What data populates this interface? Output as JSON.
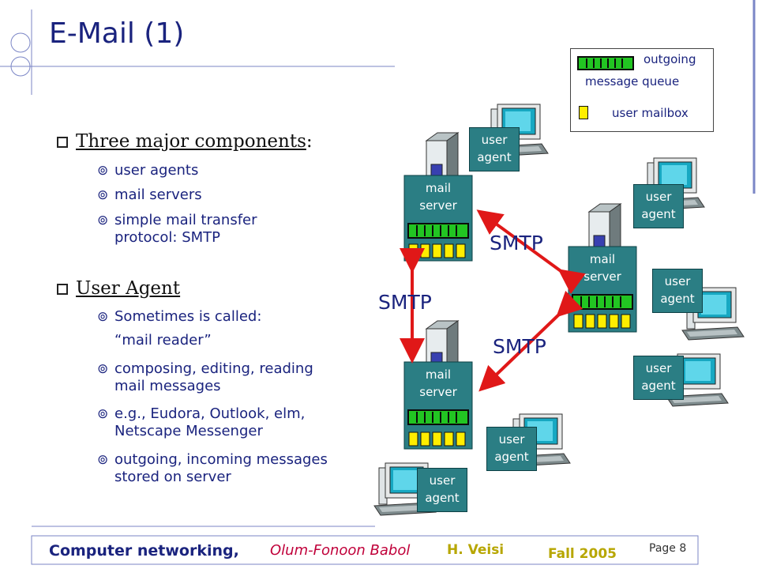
{
  "title": "E-Mail (1)",
  "legend": {
    "queue_label_1": "outgoing",
    "queue_label_2": "message queue",
    "mailbox_label": "user mailbox"
  },
  "content": {
    "heading1": "Three major components",
    "heading1_suffix": ":",
    "items1": [
      "user agents",
      "mail servers",
      "simple mail transfer",
      "protocol: ",
      "SMTP"
    ],
    "heading2": "User Agent",
    "items2": [
      "Sometimes is called:",
      "“mail reader”",
      "composing, editing, reading",
      "mail messages",
      "e.g., Eudora, Outlook, elm,",
      "Netscape Messenger",
      "outgoing, incoming messages",
      "stored on server"
    ]
  },
  "diagram": {
    "user": "user",
    "agent": "agent",
    "mail": "mail",
    "server": "server",
    "smtp": "SMTP"
  },
  "footer": {
    "course": "Computer networking,",
    "school": "Olum-Fonoon Babol",
    "author": "H. Veisi",
    "term": "Fall 2005",
    "page": "Page 8"
  },
  "colors": {
    "teal": "#2b7e84",
    "queue_green": "#22c522",
    "mailbox_yellow": "#ffee00",
    "arrow_red": "#e01818",
    "navy": "#1a237e"
  }
}
